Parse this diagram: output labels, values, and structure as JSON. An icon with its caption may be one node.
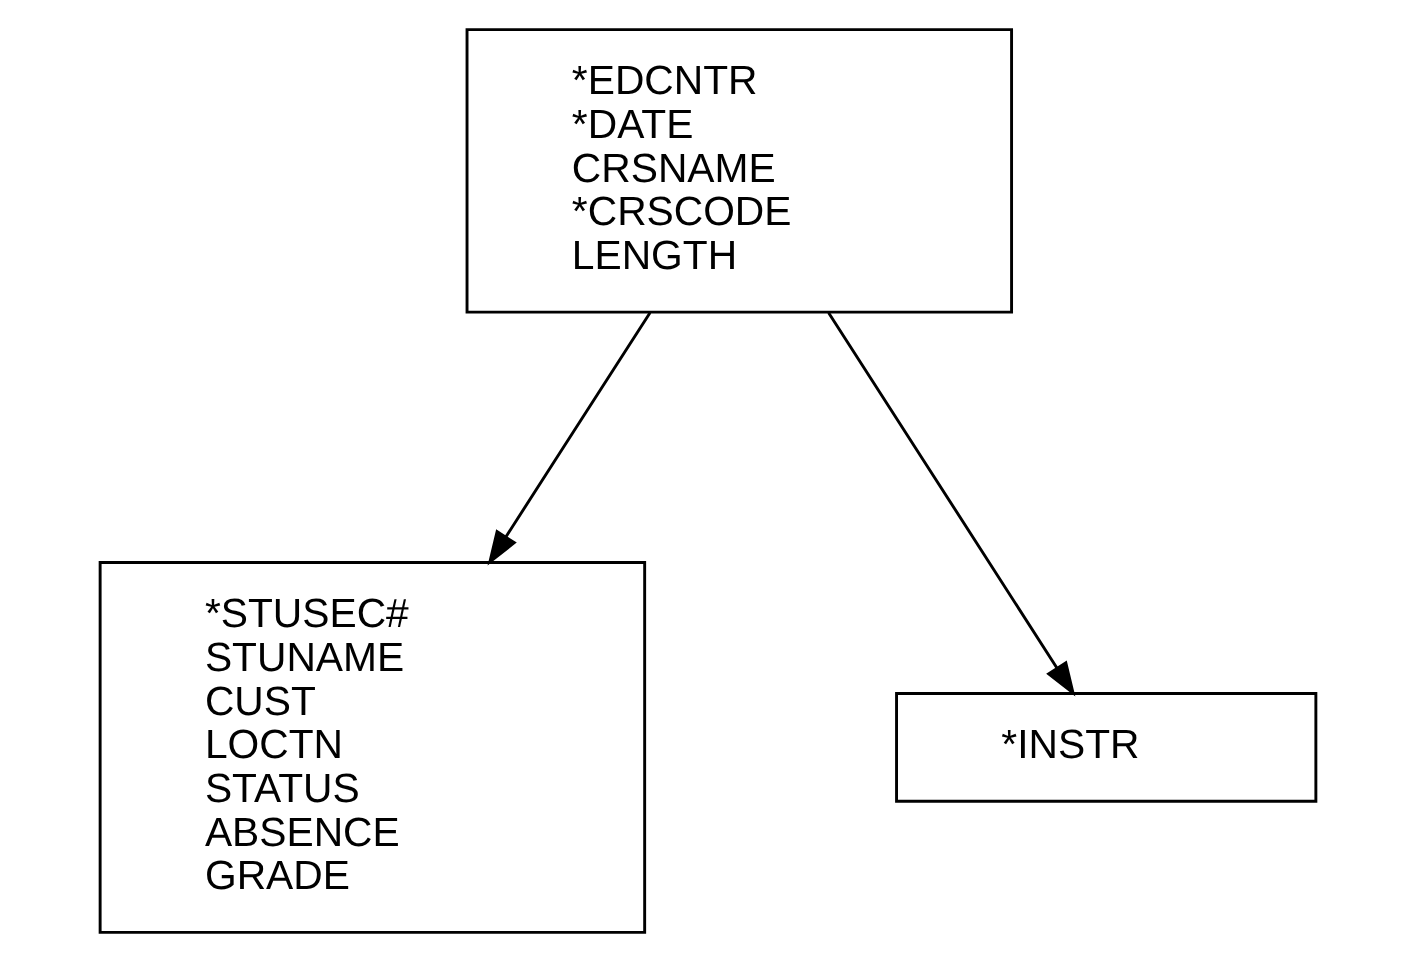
{
  "diagram": {
    "nodes": [
      {
        "text": [
          "*EDCNTR",
          "*DATE",
          " CRSNAME",
          "*CRSCODE",
          " LENGTH"
        ]
      },
      {
        "text": [
          "*STUSEC#",
          " STUNAME",
          " CUST",
          " LOCTN",
          " STATUS",
          " ABSENCE",
          " GRADE"
        ]
      },
      {
        "text": [
          "*INSTR"
        ]
      }
    ],
    "edges": [
      {
        "from": 0,
        "to": 1,
        "arrow": "to"
      },
      {
        "from": 0,
        "to": 2,
        "arrow": "to"
      }
    ]
  }
}
